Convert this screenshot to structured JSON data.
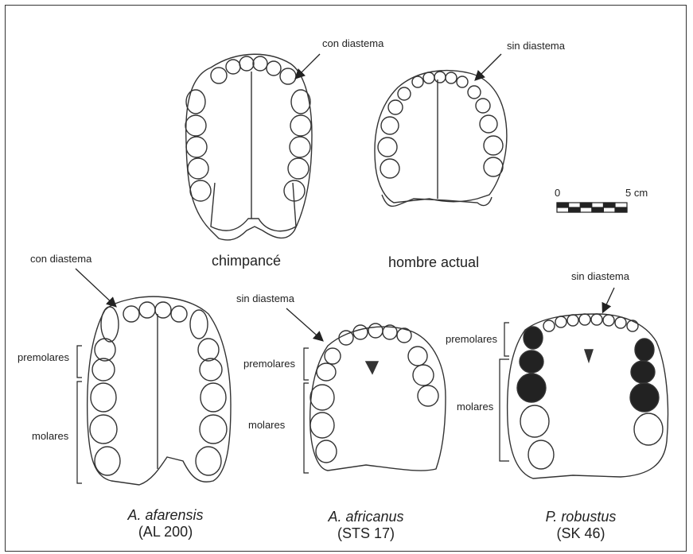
{
  "labels": {
    "con_diastema_1": "con diastema",
    "sin_diastema_1": "sin diastema",
    "con_diastema_2": "con diastema",
    "sin_diastema_2": "sin diastema",
    "sin_diastema_3": "sin diastema",
    "chimp": "chimpancé",
    "human": "hombre actual",
    "premolares_1": "premolares",
    "molares_1": "molares",
    "premolares_2": "premolares",
    "molares_2": "molares",
    "premolares_3": "premolares",
    "molares_3": "molares"
  },
  "scale": {
    "zero": "0",
    "five": "5 cm"
  },
  "species": [
    {
      "name": "A. afarensis",
      "code": "(AL 200)"
    },
    {
      "name": "A. africanus",
      "code": "(STS 17)"
    },
    {
      "name": "P. robustus",
      "code": "(SK 46)"
    }
  ]
}
